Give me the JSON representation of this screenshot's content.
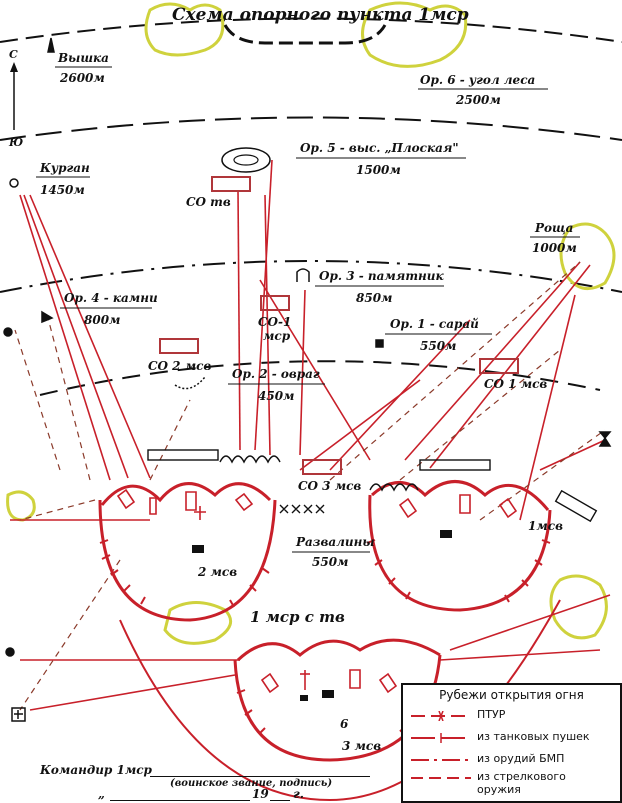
{
  "title": "Схема опорного пункта 1мср",
  "compass": {
    "north": "С",
    "south": "Ю"
  },
  "landmarks": {
    "tower": {
      "name": "Вышка",
      "distance": "2600м"
    },
    "forest_corner": {
      "name": "Ор. 6 - угол леса",
      "distance": "2500м"
    },
    "mound": {
      "name": "Курган",
      "distance": "1450м"
    },
    "plateau": {
      "name": "Ор. 5 - выс. „Плоская\"",
      "distance": "1500м"
    },
    "grove": {
      "name": "Роща",
      "distance": "1000м"
    },
    "monument": {
      "name": "Ор. 3 - памятник",
      "distance": "850м"
    },
    "stones": {
      "name": "Ор. 4 - камни",
      "distance": "800м"
    },
    "barn": {
      "name": "Ор. 1 - сарай",
      "distance": "550м"
    },
    "ravine": {
      "name": "Ор. 2 - овраг",
      "distance": "450м"
    },
    "ruins": {
      "name": "Развалины",
      "distance": "550м"
    }
  },
  "positions": {
    "co_tv": "СО тв",
    "co1_msr_a": "СО-1",
    "co1_msr_b": "мср",
    "co2_msv": "СО 2 мсв",
    "co1_msv": "СО 1 мсв",
    "co3_msv": "СО 3 мсв",
    "p1_msv": "1мсв",
    "p2_msv": "2 мсв",
    "p3_msv": "3 мсв",
    "company": "1 мср с тв",
    "b6": "6"
  },
  "legend": {
    "title": "Рубежи открытия огня",
    "items": [
      {
        "label": "ПТУР",
        "style": "dash-cross"
      },
      {
        "label": "из танковых пушек",
        "style": "dash-tick"
      },
      {
        "label": "из орудий БМП",
        "style": "dash-dot"
      },
      {
        "label": "из стрелкового оружия",
        "style": "dash"
      }
    ]
  },
  "footer": {
    "commander": "Командир 1мср",
    "signature_hint": "(воинское звание, подпись)",
    "date_quote": "„",
    "year": "19",
    "year_suffix": "г."
  },
  "colors": {
    "fire_red": "#c8202a",
    "ink": "#111111",
    "foliage": "#e8ea6a",
    "marker": "#b0363a"
  }
}
